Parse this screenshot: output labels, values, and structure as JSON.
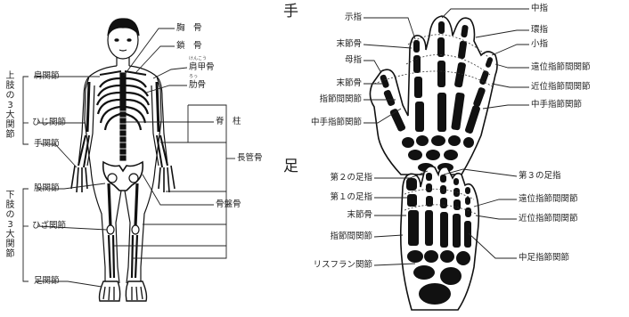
{
  "figure": {
    "hand_heading": "手",
    "foot_heading": "足",
    "upper_limb_group": "上肢の3大関節",
    "lower_limb_group": "下肢の3大関節",
    "skeleton_labels": {
      "sternum": "胸　骨",
      "clavicle": "鎖　骨",
      "scapula": "肩甲骨",
      "scapula_ruby": "けんこう",
      "ribs": "肋骨",
      "ribs_ruby": "ろっ",
      "spine": "脊　柱",
      "long_bones": "長管骨",
      "pelvis": "骨盤骨",
      "shoulder_joint": "肩関節",
      "elbow_joint": "ひじ関節",
      "wrist_joint": "手関節",
      "hip_joint": "股関節",
      "knee_joint": "ひざ関節",
      "ankle_joint": "足関節"
    },
    "hand_labels": {
      "index_finger": "示指",
      "distal_phalanx_1": "末節骨",
      "thumb": "母指",
      "distal_phalanx_2": "末節骨",
      "interphalangeal_joint": "指節間関節",
      "metacarpophalangeal_joint": "中手指節関節",
      "middle_finger": "中指",
      "ring_finger": "環指",
      "little_finger": "小指",
      "dip_joint": "遠位指節間関節",
      "pip_joint": "近位指節間関節",
      "mcp_joint_right": "中手指節関節"
    },
    "foot_labels": {
      "second_toe": "第２の足指",
      "first_toe": "第１の足指",
      "distal_phalanx": "末節骨",
      "interphalangeal_joint": "指節間関節",
      "lisfranc_joint": "リスフラン関節",
      "third_toe": "第３の足指",
      "dip_joint": "遠位指節間関節",
      "pip_joint": "近位指節間関節",
      "mtp_joint": "中足指節関節"
    }
  }
}
